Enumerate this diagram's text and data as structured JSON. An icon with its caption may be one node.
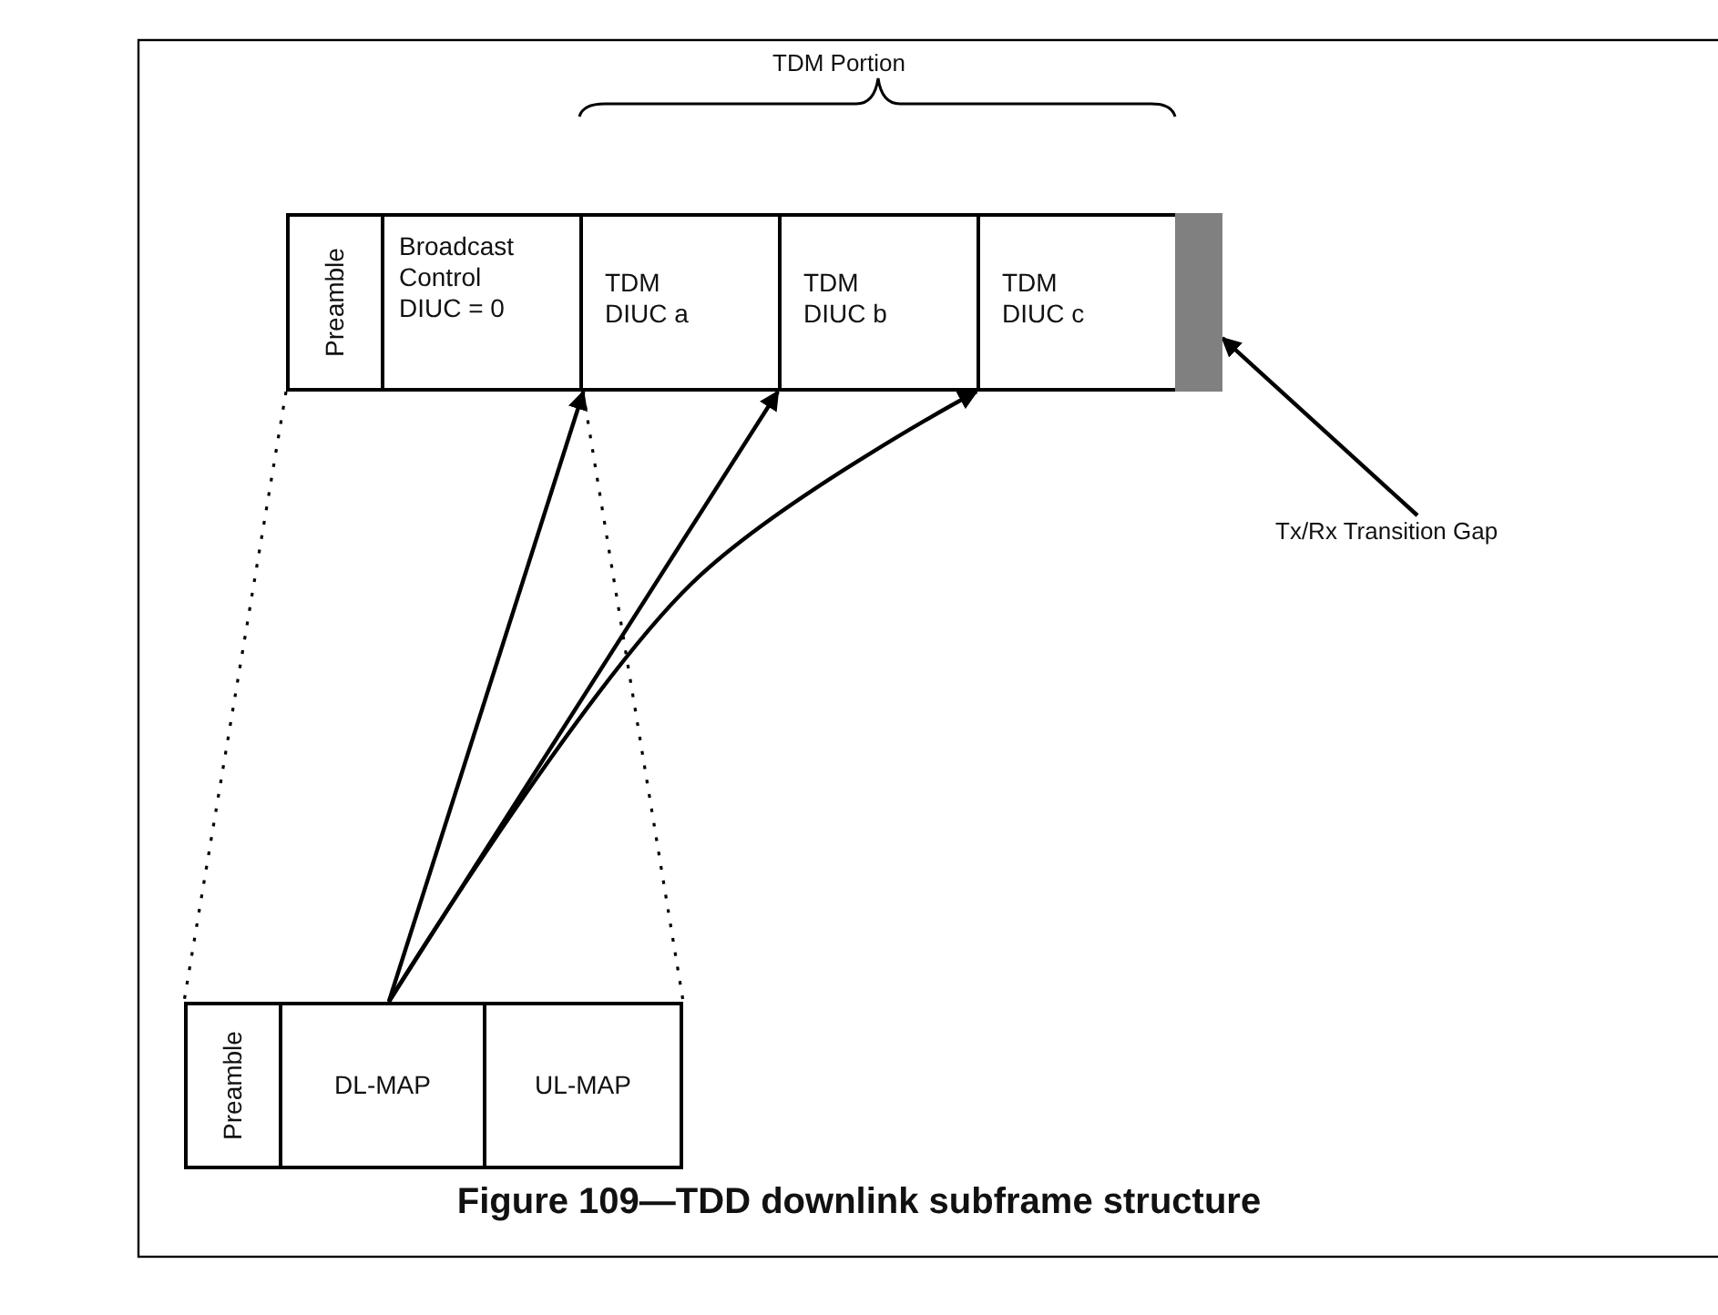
{
  "diagram": {
    "caption": "Figure 109—TDD downlink subframe structure",
    "nodes": [
      {
        "text": [
          "Preamble"
        ]
      },
      {
        "text": [
          "Broadcast Control DIUC = 0"
        ]
      },
      {
        "text": [
          "TDM DIUC a"
        ]
      },
      {
        "text": [
          "TDM DIUC b"
        ]
      },
      {
        "text": [
          "TDM DIUC c"
        ]
      },
      {
        "text": [],
        "shape": "bar"
      },
      {
        "text": [
          "Tx/Rx Transition Gap"
        ]
      },
      {
        "text": [
          "Preamble"
        ]
      },
      {
        "text": [
          "DL-MAP"
        ]
      },
      {
        "text": [
          "UL-MAP"
        ]
      }
    ],
    "edges": [
      {
        "from": 8,
        "to": 2,
        "arrow": "to"
      },
      {
        "from": 8,
        "to": 3,
        "arrow": "to"
      },
      {
        "from": 8,
        "to": 4,
        "arrow": "to"
      },
      {
        "from": 6,
        "to": 5,
        "arrow": "to"
      },
      {
        "from": 0,
        "to": 7,
        "arrow": "none",
        "style": "dashed"
      },
      {
        "from": 1,
        "to": 9,
        "arrow": "none",
        "style": "dashed"
      }
    ],
    "labels": [
      "TDM Portion"
    ]
  }
}
